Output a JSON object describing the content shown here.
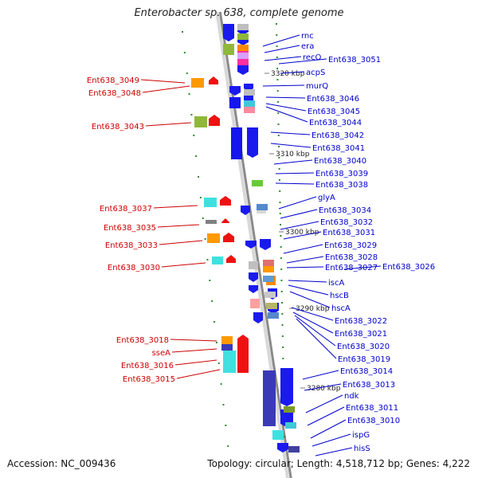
{
  "title": "Enterobacter sp. 638, complete genome",
  "footer": {
    "accession": "Accession: NC_009436",
    "topology": "Topology: circular; Length: 4,518,712 bp; Genes: 4,222"
  },
  "colors": {
    "forward_labels": "#0000cc",
    "reverse_labels": "#cc0000",
    "forward_genes": "#1a1aee",
    "reverse_genes": "#ee1111",
    "backbone": "#b0b0b0",
    "ticks": "#2e8b2e"
  },
  "scale_labels": [
    "3320 kbp",
    "3310 kbp",
    "3300 kbp",
    "3290 kbp",
    "3280 kbp"
  ],
  "forward_gene_labels": [
    "rnc",
    "era",
    "recO",
    "Ent638_3051",
    "acpS",
    "murQ",
    "Ent638_3046",
    "Ent638_3045",
    "Ent638_3044",
    "Ent638_3042",
    "Ent638_3041",
    "Ent638_3040",
    "Ent638_3039",
    "Ent638_3038",
    "glyA",
    "Ent638_3034",
    "Ent638_3032",
    "Ent638_3031",
    "Ent638_3029",
    "Ent638_3028",
    "Ent638_3027",
    "Ent638_3026",
    "iscA",
    "hscB",
    "hscA",
    "Ent638_3022",
    "Ent638_3021",
    "Ent638_3020",
    "Ent638_3019",
    "Ent638_3014",
    "Ent638_3013",
    "ndk",
    "Ent638_3011",
    "Ent638_3010",
    "ispG",
    "hisS"
  ],
  "reverse_gene_labels": [
    "Ent638_3049",
    "Ent638_3048",
    "Ent638_3043",
    "Ent638_3037",
    "Ent638_3035",
    "Ent638_3033",
    "Ent638_3030",
    "Ent638_3018",
    "sseA",
    "Ent638_3016",
    "Ent638_3015"
  ]
}
